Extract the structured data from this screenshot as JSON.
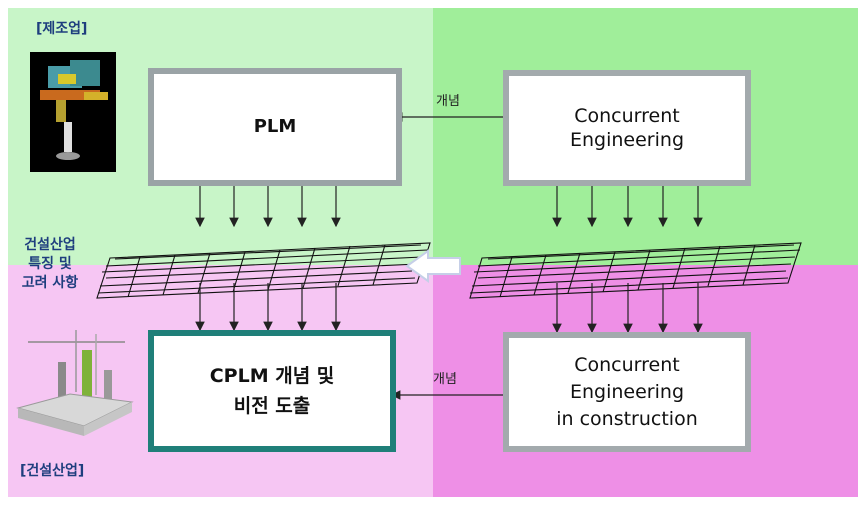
{
  "labels": {
    "manufacturing": "[제조업]",
    "construction": "[건설산업]",
    "construction_features": [
      "건설산업",
      "특징 및",
      "고려 사항"
    ],
    "concept_top": "개념",
    "concept_bottom": "개념"
  },
  "boxes": {
    "plm": [
      "PLM"
    ],
    "concurrent_engineering": [
      "Concurrent",
      "Engineering"
    ],
    "cplm": [
      "CPLM 개념 및",
      "비전 도출"
    ],
    "ce_construction": [
      "Concurrent",
      "Engineering",
      "in construction"
    ]
  },
  "colors": {
    "top_left_bg": "#c8f5c8",
    "top_right_bg": "#a0ee9a",
    "bottom_left_bg": "#f6c6f3",
    "bottom_right_bg": "#ee8fe6",
    "plm_border": "#9aa3a6",
    "cplm_border": "#1f7f79",
    "label_text": "#1e3e7e"
  },
  "icons": [
    "mechanical-part-icon",
    "construction-site-icon",
    "grid-mesh-icon",
    "left-arrow-icon"
  ]
}
